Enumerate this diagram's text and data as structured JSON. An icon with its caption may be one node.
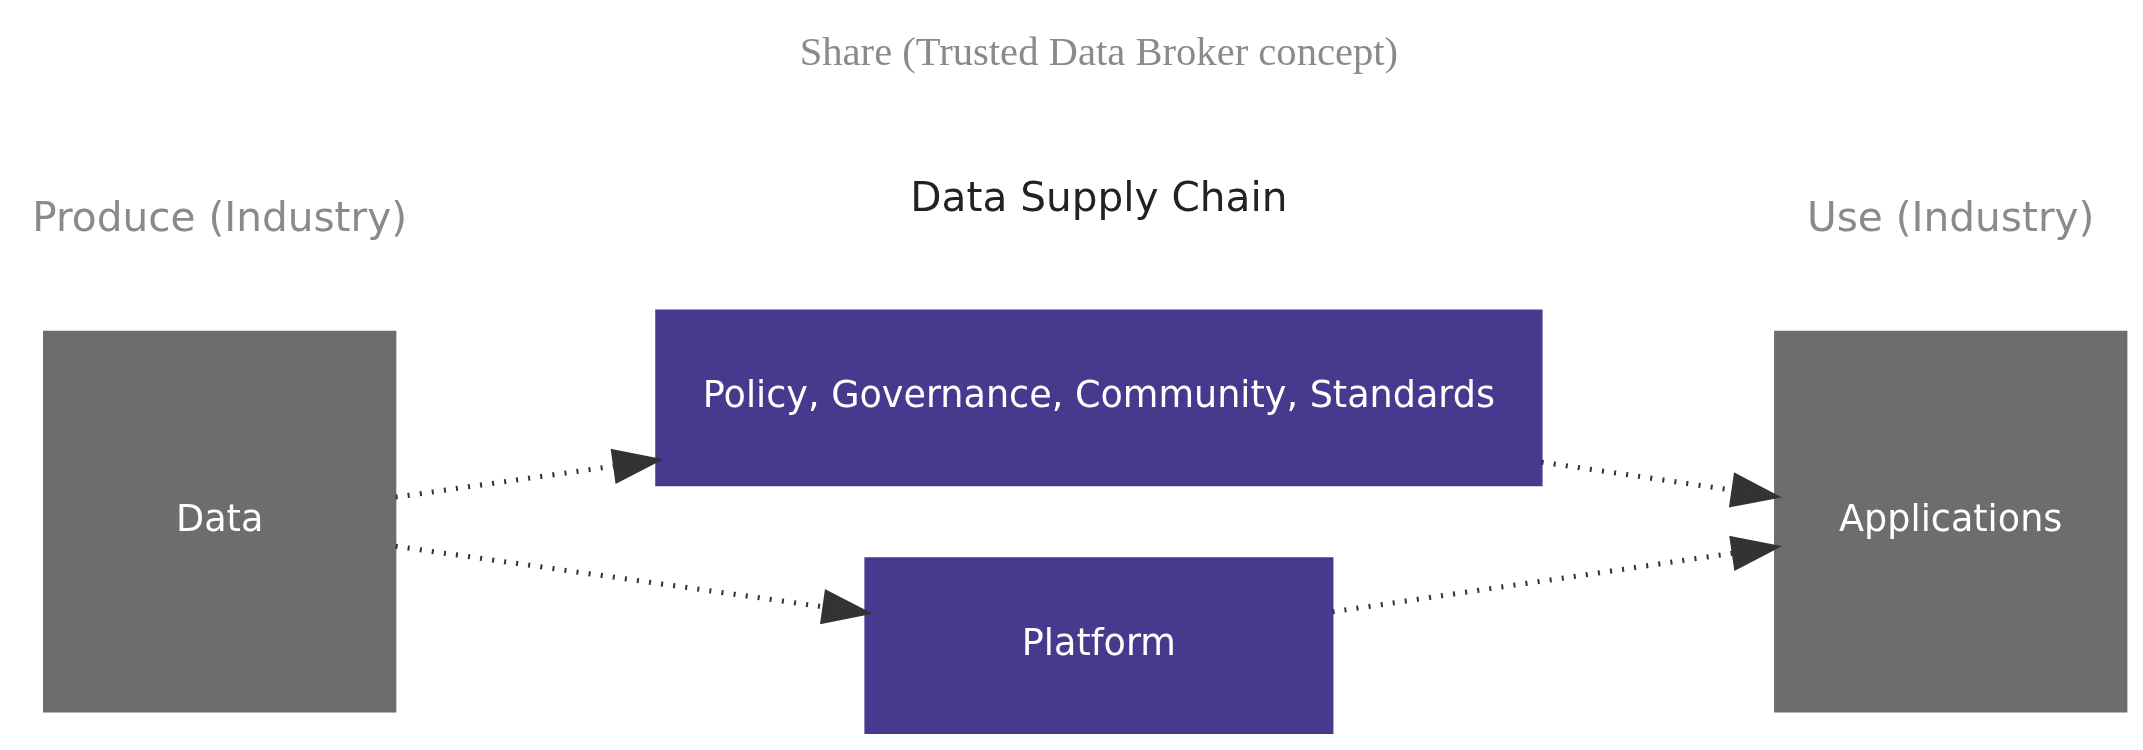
{
  "diagram": {
    "nodes": [
      {
        "text": [
          "Data"
        ]
      },
      {
        "text": [
          "Policy, Governance, Community, Standards"
        ]
      },
      {
        "text": [
          "Platform"
        ]
      },
      {
        "text": [
          "Applications"
        ]
      }
    ],
    "edges": [
      {
        "from": 0,
        "to": 1,
        "arrow": "to"
      },
      {
        "from": 0,
        "to": 2,
        "arrow": "to"
      },
      {
        "from": 1,
        "to": 3,
        "arrow": "to"
      },
      {
        "from": 2,
        "to": 3,
        "arrow": "to"
      }
    ],
    "labels": [
      "Produce (Industry)",
      "Share (Trusted Data Broker concept)",
      "Use (Industry)",
      "Data Supply Chain"
    ]
  }
}
